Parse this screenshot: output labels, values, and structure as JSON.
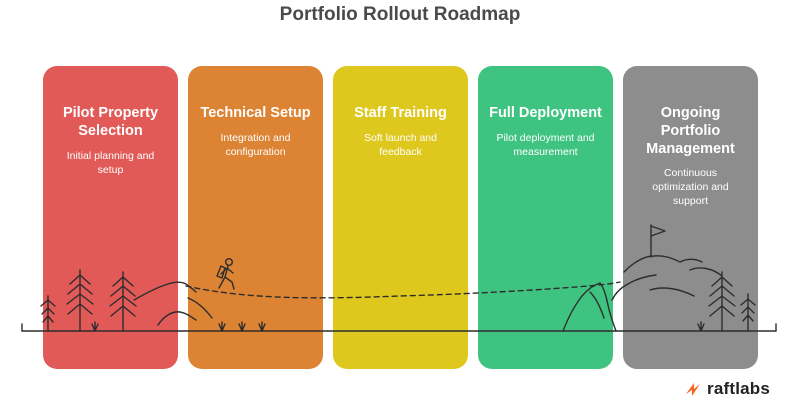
{
  "title": "Portfolio Rollout Roadmap",
  "stages": [
    {
      "title": "Pilot Property Selection",
      "description": "Initial planning and setup",
      "color": "#e15a57"
    },
    {
      "title": "Technical Setup",
      "description": "Integration and configuration",
      "color": "#dd8334"
    },
    {
      "title": "Staff Training",
      "description": "Soft launch and feedback",
      "color": "#dfc81e"
    },
    {
      "title": "Full Deployment",
      "description": "Pilot deployment and measurement",
      "color": "#3fc380"
    },
    {
      "title": "Ongoing Portfolio Management",
      "description": "Continuous optimization and support",
      "color": "#8d8d8d"
    }
  ],
  "brand": {
    "name": "raftlabs",
    "accent": "#f26522"
  },
  "icons": [
    "tree-icon",
    "hiker-icon",
    "mountain-icon",
    "flag-icon",
    "grass-icon",
    "brand-logo-icon"
  ]
}
